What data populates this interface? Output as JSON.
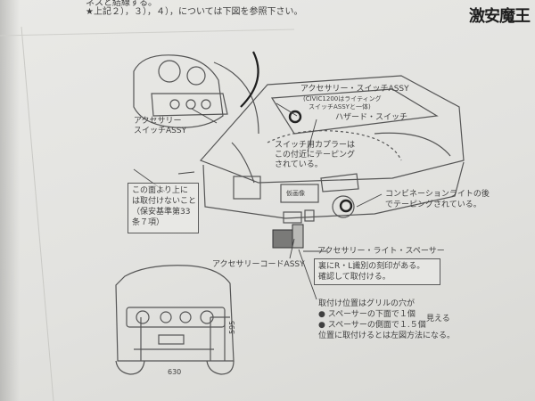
{
  "top_text": {
    "line1": "ネスと結線する。",
    "line2": "★上記２），３），４），については下図を参照下さい。"
  },
  "watermark": "激安魔王",
  "labels": {
    "switch_assy_small_1": "アクセサリー",
    "switch_assy_small_2": "スイッチASSY",
    "switch_assy_main": "アクセサリー・スイッチASSY",
    "civic_note_1": "(CIVIC1200はライティング",
    "civic_note_2": "スイッチASSYと一体)",
    "hazard_switch": "ハザード・スイッチ",
    "coupler_1": "スイッチ用カプラーは",
    "coupler_2": "この付近にテーピング",
    "coupler_3": "されている。",
    "combination_1": "コンビネーションライトの後",
    "combination_2": "でテーピングされている。",
    "cord_assy": "アクセサリーコードASSY",
    "light_spacer": "アクセサリー・ライト・スペーサー",
    "spacer_note_1": "裏にR・L識別の刻印がある。",
    "spacer_note_2": "確認して取付ける。",
    "install_1": "取付け位置はグリルの穴が",
    "install_2": "● スペーサーの下面で１個",
    "install_3": "● スペーサーの側面で１.５個",
    "install_4": "位置に取付けるとは左図方法になる。",
    "install_brace": "見える",
    "left_note_1": "この面より上に",
    "left_note_2": "は取付けないこと",
    "left_note_3": "（保安基準第33",
    "left_note_4": "条７項）",
    "dim_595": "595",
    "dim_630": "630",
    "plate_text": "仮画像"
  }
}
